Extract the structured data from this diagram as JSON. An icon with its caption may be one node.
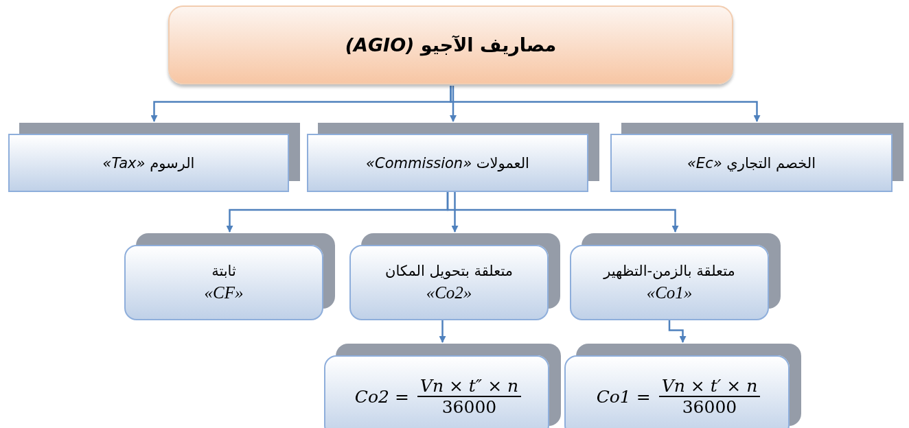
{
  "diagram": {
    "nodes": [
      {
        "text": [
          "مصاريف الآجيو *(AGIO)*"
        ]
      },
      {
        "text": [
          "الخصم التجاري *«Ec»*"
        ]
      },
      {
        "text": [
          "العمولات *«Commission»*"
        ]
      },
      {
        "text": [
          "الرسوم *«Tax»*"
        ]
      },
      {
        "text": [
          "متعلقة بالزمن-التظهير",
          "«Co1»"
        ]
      },
      {
        "text": [
          "متعلقة بتحويل المكان",
          "«Co2»"
        ]
      },
      {
        "text": [
          "ثابتة",
          "«CF»"
        ]
      },
      {
        "text": [
          "Co1 =",
          "Vn × t′ × n",
          "36000"
        ]
      },
      {
        "text": [
          "Co2 =",
          "Vn × t″ × n",
          "36000"
        ]
      }
    ],
    "edges": [
      {
        "from": 0,
        "to": 1,
        "arrow": "to"
      },
      {
        "from": 0,
        "to": 2,
        "arrow": "to"
      },
      {
        "from": 0,
        "to": 3,
        "arrow": "to"
      },
      {
        "from": 2,
        "to": 4,
        "arrow": "to"
      },
      {
        "from": 2,
        "to": 5,
        "arrow": "to"
      },
      {
        "from": 2,
        "to": 6,
        "arrow": "to"
      },
      {
        "from": 4,
        "to": 7,
        "arrow": "to"
      },
      {
        "from": 5,
        "to": 8,
        "arrow": "to"
      }
    ]
  }
}
